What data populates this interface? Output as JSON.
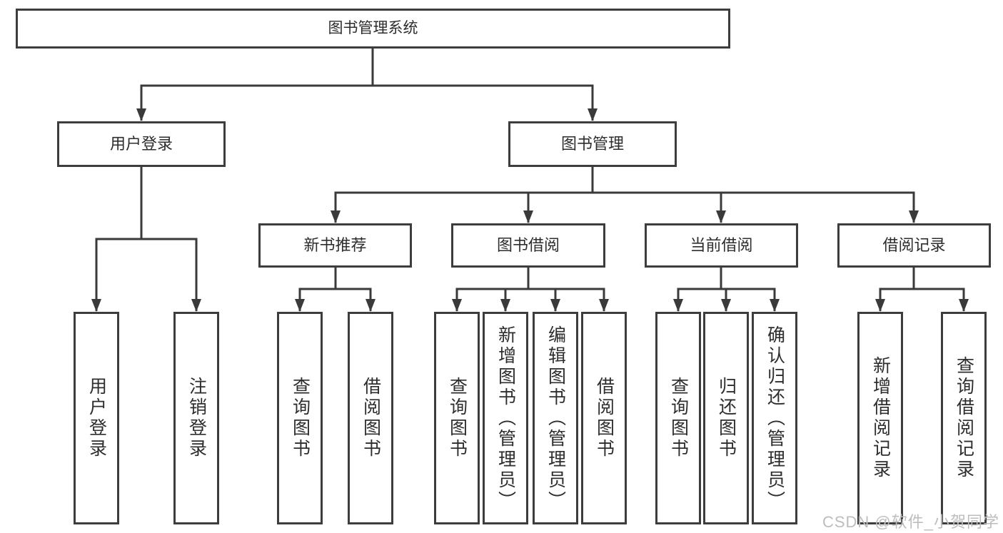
{
  "diagram": {
    "root": {
      "label": "图书管理系统"
    },
    "user_login": {
      "label": "用户登录",
      "children": [
        "用户登录",
        "注销登录"
      ]
    },
    "book_management": {
      "label": "图书管理",
      "sections": [
        {
          "label": "新书推荐",
          "children": [
            "查询图书",
            "借阅图书"
          ]
        },
        {
          "label": "图书借阅",
          "children": [
            "查询图书",
            "新增图书（管理员）",
            "编辑图书（管理员）",
            "借阅图书"
          ]
        },
        {
          "label": "当前借阅",
          "children": [
            "查询图书",
            "归还图书",
            "确认归还（管理员）"
          ]
        },
        {
          "label": "借阅记录",
          "children": [
            "新增借阅记录",
            "查询借阅记录"
          ]
        }
      ]
    },
    "watermark": "CSDN @软件_小贺同学",
    "colors": {
      "line": "#3a3a3a",
      "box_border": "#3d3d3d",
      "text": "#2d2d2d",
      "watermark": "#bdbdbd",
      "background": "#ffffff"
    }
  }
}
